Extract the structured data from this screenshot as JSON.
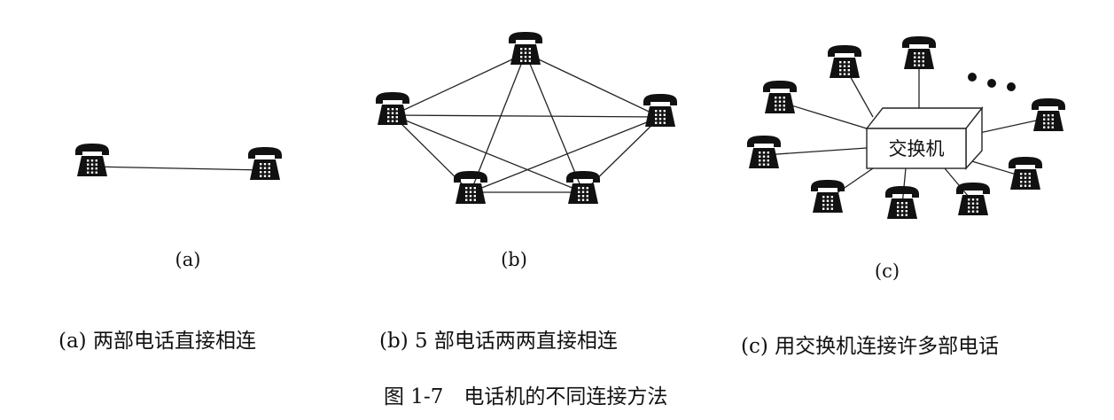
{
  "panel_a": {
    "tag": "(a)",
    "caption": "(a) 两部电话直接相连"
  },
  "panel_b": {
    "tag": "(b)",
    "caption": "(b) 5 部电话两两直接相连"
  },
  "panel_c": {
    "tag": "(c)",
    "caption": "(c) 用交换机连接许多部电话",
    "switch_label": "交换机"
  },
  "figure": {
    "caption": "图 1-7　电话机的不同连接方法"
  },
  "icons": {
    "telephone": "telephone-icon",
    "ellipsis": "ellipsis-icon"
  }
}
